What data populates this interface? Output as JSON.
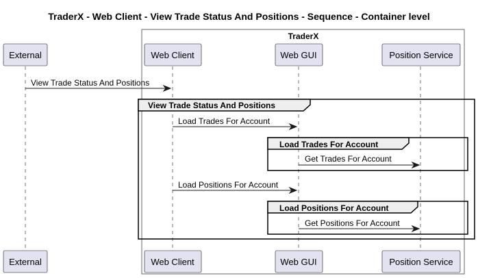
{
  "title": "TraderX - Web Client - View Trade Status And Positions - Sequence - Container level",
  "container": {
    "label": "TraderX"
  },
  "participants": [
    {
      "id": "external",
      "label": "External"
    },
    {
      "id": "web-client",
      "label": "Web Client"
    },
    {
      "id": "web-gui",
      "label": "Web GUI"
    },
    {
      "id": "position-service",
      "label": "Position Service"
    }
  ],
  "messages": [
    {
      "label": "View Trade Status And Positions",
      "from": "External",
      "to": "Web Client"
    },
    {
      "label": "Load Trades For Account",
      "from": "Web Client",
      "to": "Web GUI"
    },
    {
      "label": "Get Trades For Account",
      "from": "Web GUI",
      "to": "Position Service"
    },
    {
      "label": "Load Positions For Account",
      "from": "Web Client",
      "to": "Web GUI"
    },
    {
      "label": "Get Positions For Account",
      "from": "Web GUI",
      "to": "Position Service"
    }
  ],
  "groups": [
    {
      "label": "View Trade Status And Positions"
    },
    {
      "label": "Load Trades For Account"
    },
    {
      "label": "Load Positions For Account"
    }
  ]
}
